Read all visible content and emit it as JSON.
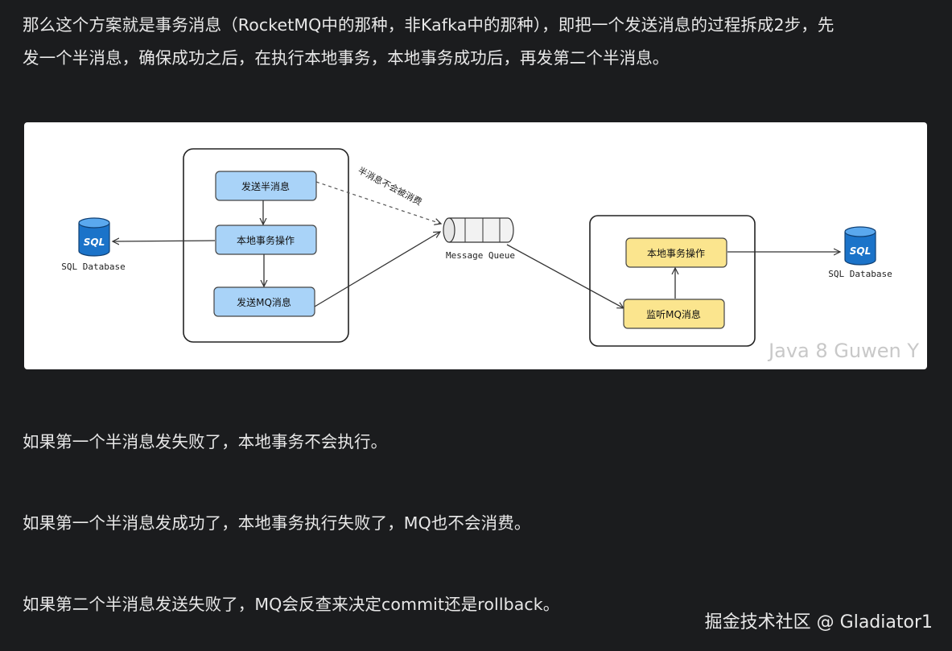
{
  "paragraphs": {
    "intro_line1": "那么这个方案就是事务消息（RocketMQ中的那种，非Kafka中的那种），即把一个发送消息的过程拆成2步，先",
    "intro_line2": "发一个半消息，确保成功之后，在执行本地事务，本地事务成功后，再发第二个半消息。",
    "case1": "如果第一个半消息发失败了，本地事务不会执行。",
    "case2": "如果第一个半消息发成功了，本地事务执行失败了，MQ也不会消费。",
    "case3": "如果第二个半消息发送失败了，MQ会反查来决定commit还是rollback。"
  },
  "diagram": {
    "producer_steps": [
      "发送半消息",
      "本地事务操作",
      "发送MQ消息"
    ],
    "consumer_steps": [
      "本地事务操作",
      "监听MQ消息"
    ],
    "db_icon_label": "SQL",
    "db_label_left": "SQL Database",
    "db_label_right": "SQL Database",
    "queue_label": "Message Queue",
    "dashed_annotation": "半消息不会被消费",
    "watermark": "Java 8 Guwen Y",
    "colors": {
      "producer_fill": "#a9d3f8",
      "consumer_fill": "#fbe58e",
      "db_blue": "#1b73c9"
    }
  },
  "credit": "掘金技术社区 @ Gladiator1"
}
